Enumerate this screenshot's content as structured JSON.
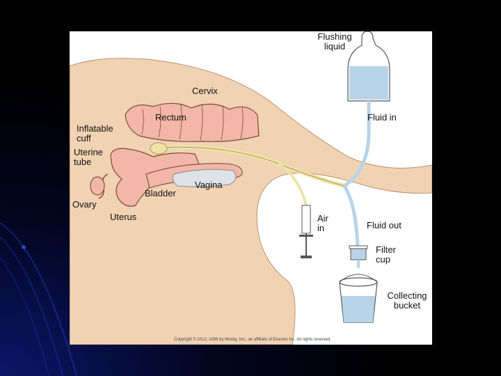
{
  "diagram": {
    "labels": {
      "flushing_liquid": "Flushing\nliquid",
      "cervix": "Cervix",
      "rectum": "Rectum",
      "inflatable_cuff": "Inflatable\ncuff",
      "uterine_tube": "Uterine\ntube",
      "vagina": "Vagina",
      "bladder": "Bladder",
      "ovary": "Ovary",
      "uterus": "Uterus",
      "fluid_in": "Fluid in",
      "air_in": "Air\nin",
      "fluid_out": "Fluid out",
      "filter_cup": "Filter\ncup",
      "collecting_bucket": "Collecting\nbucket"
    },
    "copyright": "Copyright © 2012, 2006 by Mosby, Inc., an affiliate of Elsevier Inc. All rights reserved.",
    "colors": {
      "body": "#f1d3b4",
      "tissue": "#f2b7a7",
      "tissue_outline": "#7a4a3a",
      "catheter": "#efe3a8",
      "fluid": "#b9d4e8",
      "bladder": "#dfe3e8"
    }
  }
}
